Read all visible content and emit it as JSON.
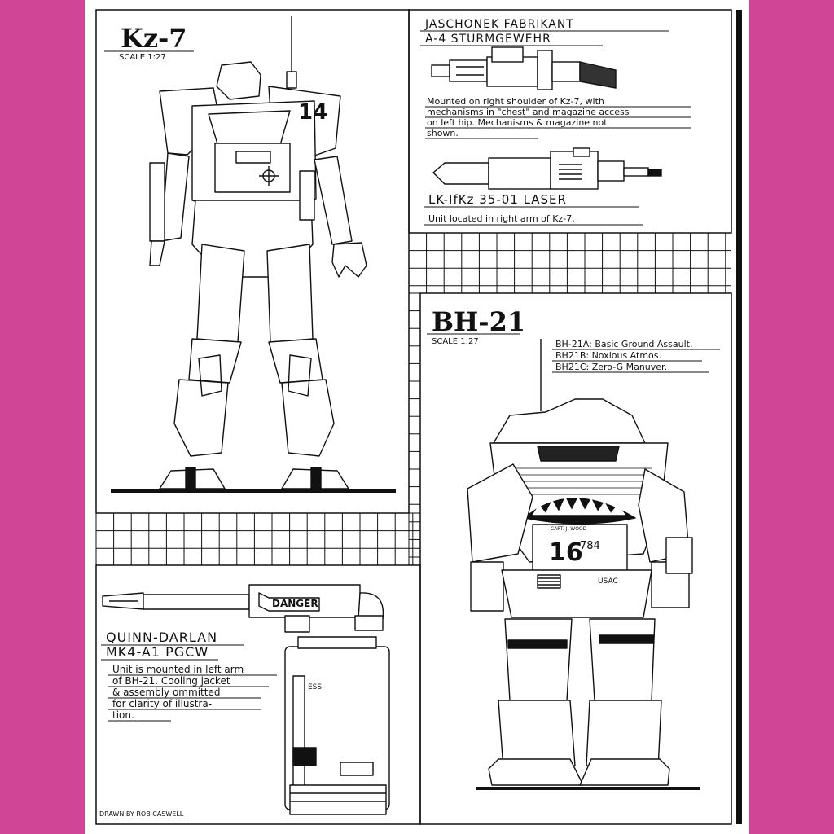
{
  "colors": {
    "frame": "#d14596",
    "paper": "#ffffff",
    "ink": "#111111"
  },
  "kz7": {
    "title": "Kz-7",
    "scale": "SCALE 1:27",
    "unit_number": "14"
  },
  "rifle": {
    "maker": "JASCHONEK FABRIKANT",
    "model": "A-4 STURMGEWEHR",
    "note_lines": [
      "Mounted on right shoulder of Kz-7, with",
      "mechanisms in \"chest\" and magazine access",
      "on left hip. Mechanisms & magazine not",
      "shown."
    ]
  },
  "laser": {
    "name": "LK-IfKz 35-01 LASER",
    "note": "Unit located in right arm of Kz-7."
  },
  "bh21": {
    "title": "BH-21",
    "scale": "SCALE 1:27",
    "variants": [
      "BH-21A: Basic Ground Assault.",
      "BH21B: Noxious Atmos.",
      "BH21C: Zero-G Manuver."
    ],
    "unit_number": "16",
    "serial": "784",
    "pilot": "CAPT. J. WOOD",
    "insignia": "USAC"
  },
  "pgcw": {
    "name_line1": "QUINN-DARLAN",
    "name_line2": "MK4-A1 PGCW",
    "danger_label": "DANGER",
    "tank_label": "ESS",
    "note_lines": [
      "Unit is mounted in left arm",
      "of BH-21. Cooling jacket",
      "& assembly ommitted",
      "for clarity of illustra-",
      "tion."
    ]
  },
  "credit": "DRAWN BY ROB CASWELL"
}
